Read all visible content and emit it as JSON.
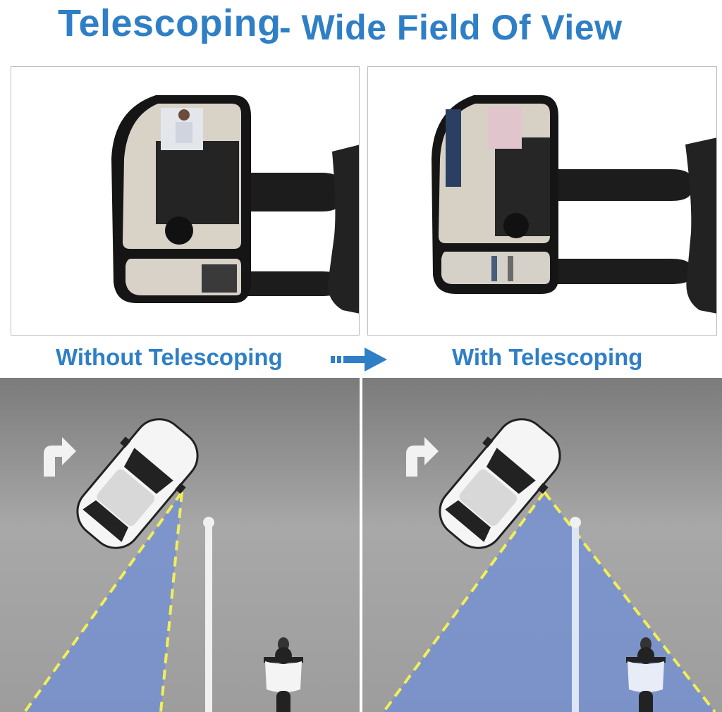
{
  "headline": {
    "part1": "Telescoping",
    "part2": "- Wide Field Of View"
  },
  "captions": {
    "left": "Without Telescoping",
    "right": "With Telescoping"
  },
  "colors": {
    "accent": "#2f7fc6",
    "road": "#9a9a9a",
    "view_cone": "#6f8fd6",
    "dash_line": "#f2ee5a"
  },
  "icons": {
    "transition": "arrow-right-icon",
    "turn": "turn-right-arrow-icon"
  }
}
